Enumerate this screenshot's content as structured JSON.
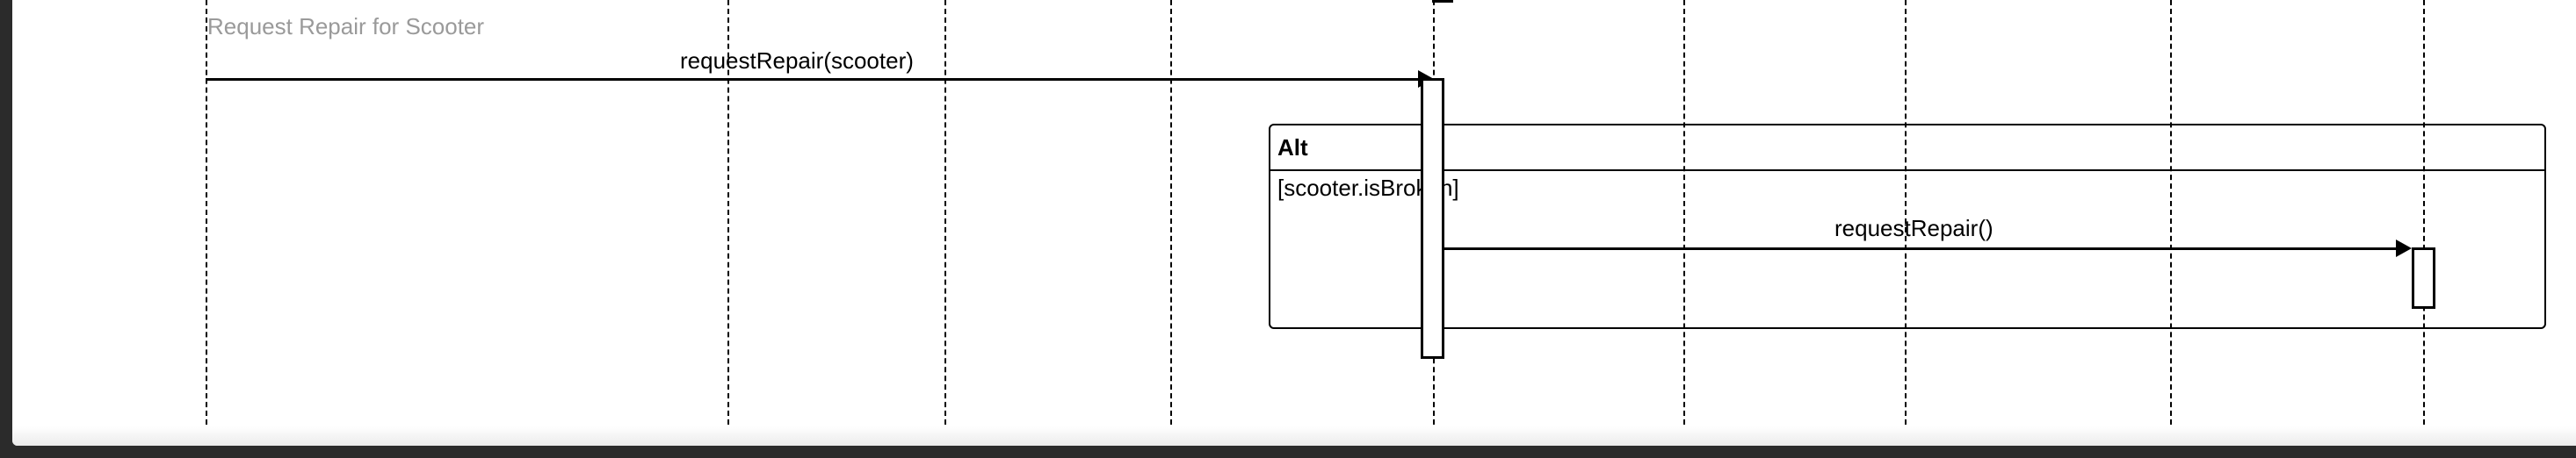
{
  "diagram": {
    "frame_label": "Request Repair for Scooter",
    "messages": [
      {
        "label": "requestRepair(scooter)"
      },
      {
        "label": "requestRepair()"
      }
    ],
    "fragment": {
      "operator": "Alt",
      "guard": "[scooter.isBroken]"
    }
  },
  "colors": {
    "background": "#ffffff",
    "line": "#000000",
    "frame_label": "#9a9a9a",
    "outer": "#2b2b2b"
  }
}
